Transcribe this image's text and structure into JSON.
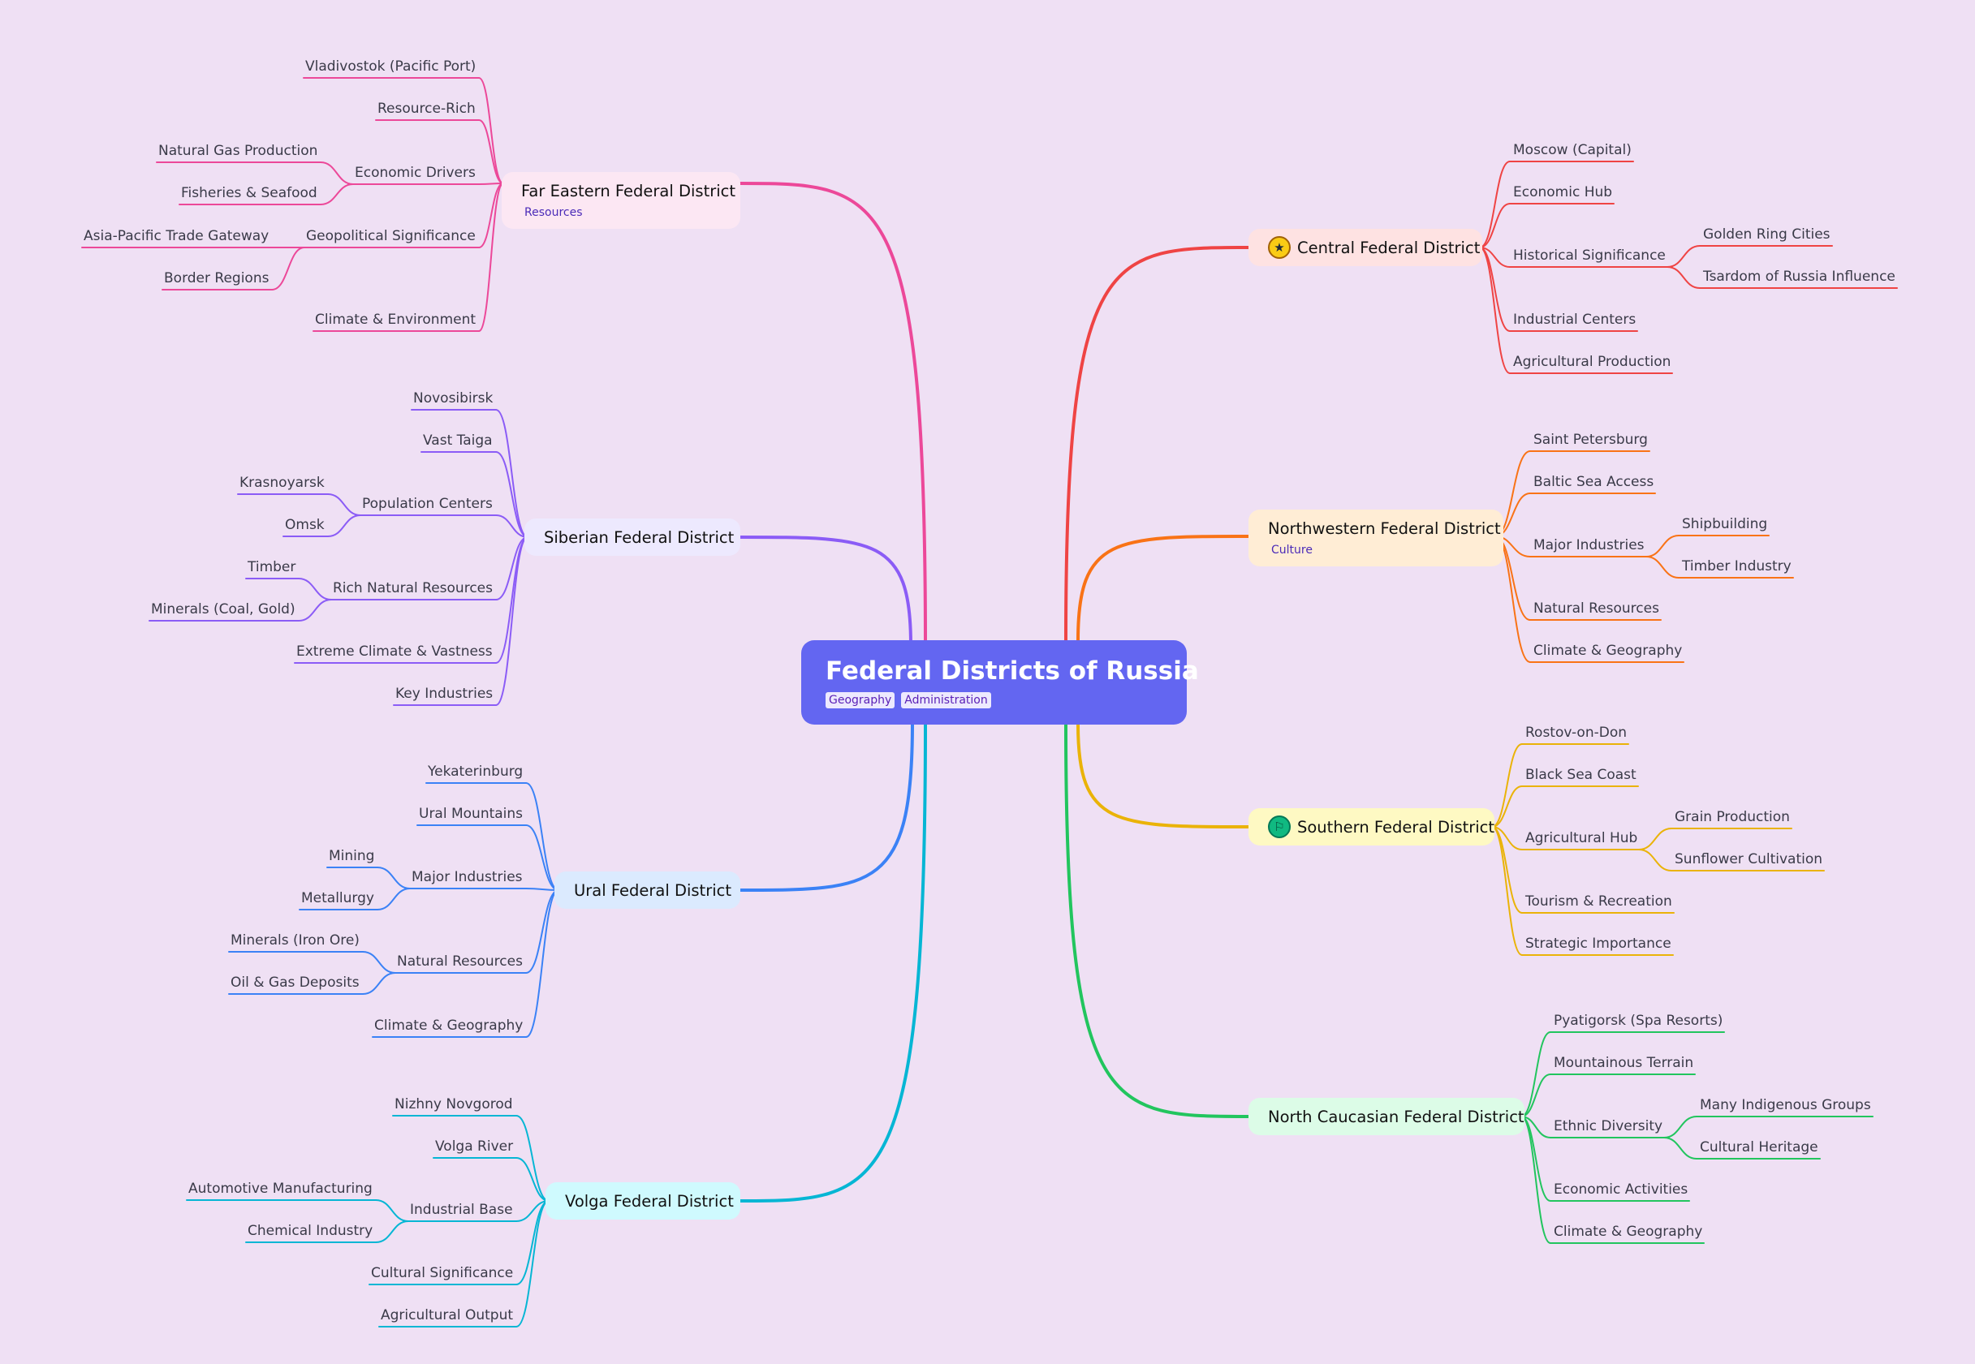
{
  "root": {
    "title": "Federal Districts of Russia",
    "tags": [
      "Geography",
      "Administration"
    ]
  },
  "branches": [
    {
      "id": "far-eastern",
      "label": "Far Eastern Federal District",
      "tag": "Resources",
      "color": "#ec4899",
      "fill": "#fce7f3",
      "children": [
        {
          "label": "Vladivostok (Pacific Port)"
        },
        {
          "label": "Resource-Rich"
        },
        {
          "label": "Economic Drivers",
          "children": [
            {
              "label": "Natural Gas Production"
            },
            {
              "label": "Fisheries & Seafood"
            }
          ]
        },
        {
          "label": "Geopolitical Significance",
          "children": [
            {
              "label": "Asia-Pacific Trade Gateway"
            },
            {
              "label": "Border Regions"
            }
          ]
        },
        {
          "label": "Climate & Environment"
        }
      ]
    },
    {
      "id": "siberian",
      "label": "Siberian Federal District",
      "color": "#8b5cf6",
      "fill": "#ede9fe",
      "children": [
        {
          "label": "Novosibirsk"
        },
        {
          "label": "Vast Taiga"
        },
        {
          "label": "Population Centers",
          "children": [
            {
              "label": "Krasnoyarsk"
            },
            {
              "label": "Omsk"
            }
          ]
        },
        {
          "label": "Rich Natural Resources",
          "children": [
            {
              "label": "Timber"
            },
            {
              "label": "Minerals (Coal, Gold)"
            }
          ]
        },
        {
          "label": "Extreme Climate & Vastness"
        },
        {
          "label": "Key Industries"
        }
      ]
    },
    {
      "id": "ural",
      "label": "Ural Federal District",
      "color": "#3b82f6",
      "fill": "#dbeafe",
      "children": [
        {
          "label": "Yekaterinburg"
        },
        {
          "label": "Ural Mountains"
        },
        {
          "label": "Major Industries",
          "children": [
            {
              "label": "Mining"
            },
            {
              "label": "Metallurgy"
            }
          ]
        },
        {
          "label": "Natural Resources",
          "children": [
            {
              "label": "Minerals (Iron Ore)"
            },
            {
              "label": "Oil & Gas Deposits"
            }
          ]
        },
        {
          "label": "Climate & Geography"
        }
      ]
    },
    {
      "id": "volga",
      "label": "Volga Federal District",
      "color": "#06b6d4",
      "fill": "#cffafe",
      "children": [
        {
          "label": "Nizhny Novgorod"
        },
        {
          "label": "Volga River"
        },
        {
          "label": "Industrial Base",
          "children": [
            {
              "label": "Automotive Manufacturing"
            },
            {
              "label": "Chemical Industry"
            }
          ]
        },
        {
          "label": "Cultural Significance"
        },
        {
          "label": "Agricultural Output"
        }
      ]
    },
    {
      "id": "central",
      "label": "Central Federal District",
      "icon": "star-icon",
      "color": "#ef4444",
      "fill": "#fee2e2",
      "children": [
        {
          "label": "Moscow (Capital)"
        },
        {
          "label": "Economic Hub"
        },
        {
          "label": "Historical Significance",
          "children": [
            {
              "label": "Golden Ring Cities"
            },
            {
              "label": "Tsardom of Russia Influence"
            }
          ]
        },
        {
          "label": "Industrial Centers"
        },
        {
          "label": "Agricultural Production"
        }
      ]
    },
    {
      "id": "northwestern",
      "label": "Northwestern Federal District",
      "tag": "Culture",
      "color": "#f97316",
      "fill": "#ffedd5",
      "children": [
        {
          "label": "Saint Petersburg"
        },
        {
          "label": "Baltic Sea Access"
        },
        {
          "label": "Major Industries",
          "children": [
            {
              "label": "Shipbuilding"
            },
            {
              "label": "Timber Industry"
            }
          ]
        },
        {
          "label": "Natural Resources"
        },
        {
          "label": "Climate & Geography"
        }
      ]
    },
    {
      "id": "southern",
      "label": "Southern Federal District",
      "icon": "flag-icon",
      "color": "#eab308",
      "fill": "#fef9c3",
      "children": [
        {
          "label": "Rostov-on-Don"
        },
        {
          "label": "Black Sea Coast"
        },
        {
          "label": "Agricultural Hub",
          "children": [
            {
              "label": "Grain Production"
            },
            {
              "label": "Sunflower Cultivation"
            }
          ]
        },
        {
          "label": "Tourism & Recreation"
        },
        {
          "label": "Strategic Importance"
        }
      ]
    },
    {
      "id": "north-caucasian",
      "label": "North Caucasian Federal District",
      "color": "#22c55e",
      "fill": "#dcfce7",
      "children": [
        {
          "label": "Pyatigorsk (Spa Resorts)"
        },
        {
          "label": "Mountainous Terrain"
        },
        {
          "label": "Ethnic Diversity",
          "children": [
            {
              "label": "Many Indigenous Groups"
            },
            {
              "label": "Cultural Heritage"
            }
          ]
        },
        {
          "label": "Economic Activities"
        },
        {
          "label": "Climate & Geography"
        }
      ]
    }
  ]
}
